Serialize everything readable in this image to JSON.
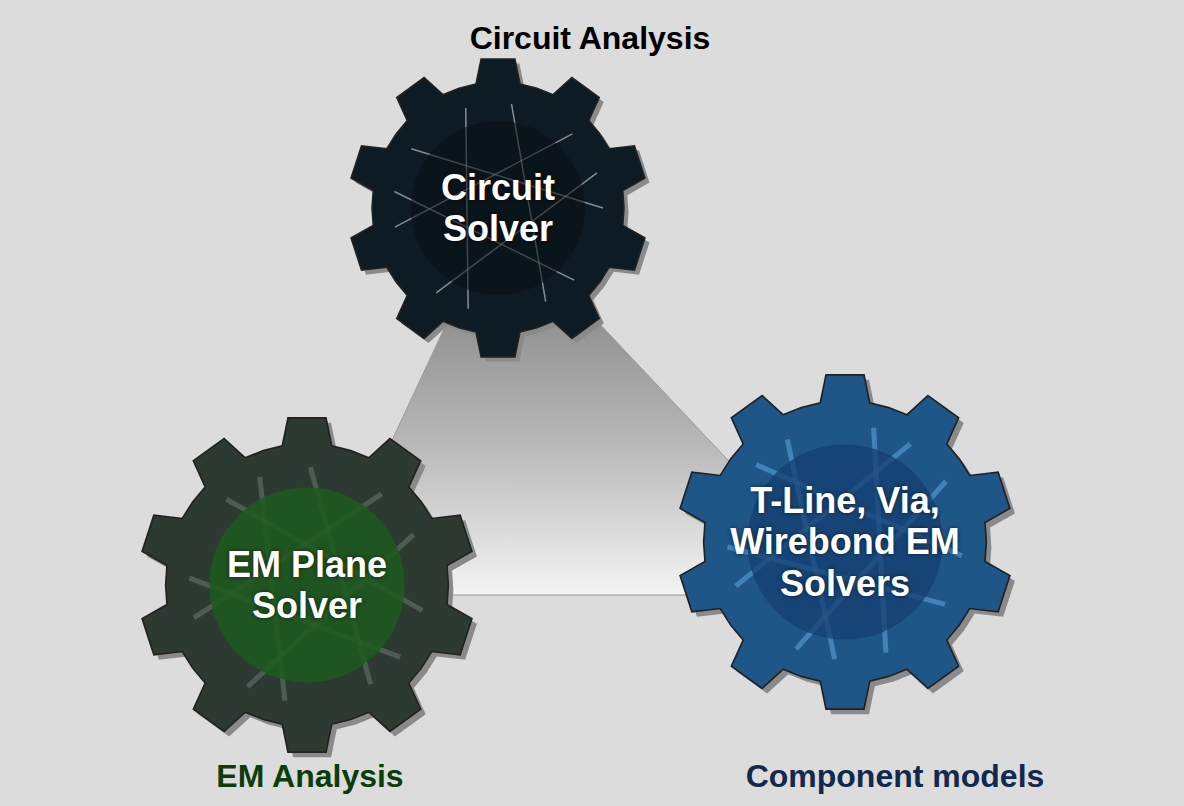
{
  "diagram": {
    "nodes": [
      {
        "text": [
          "Circuit Solver"
        ]
      },
      {
        "text": [
          "EM Plane Solver"
        ]
      },
      {
        "text": [
          "T-Line, Via, Wirebond EM Solvers"
        ]
      }
    ],
    "labels": [
      "Circuit Analysis",
      "EM Analysis",
      "Component models"
    ]
  }
}
